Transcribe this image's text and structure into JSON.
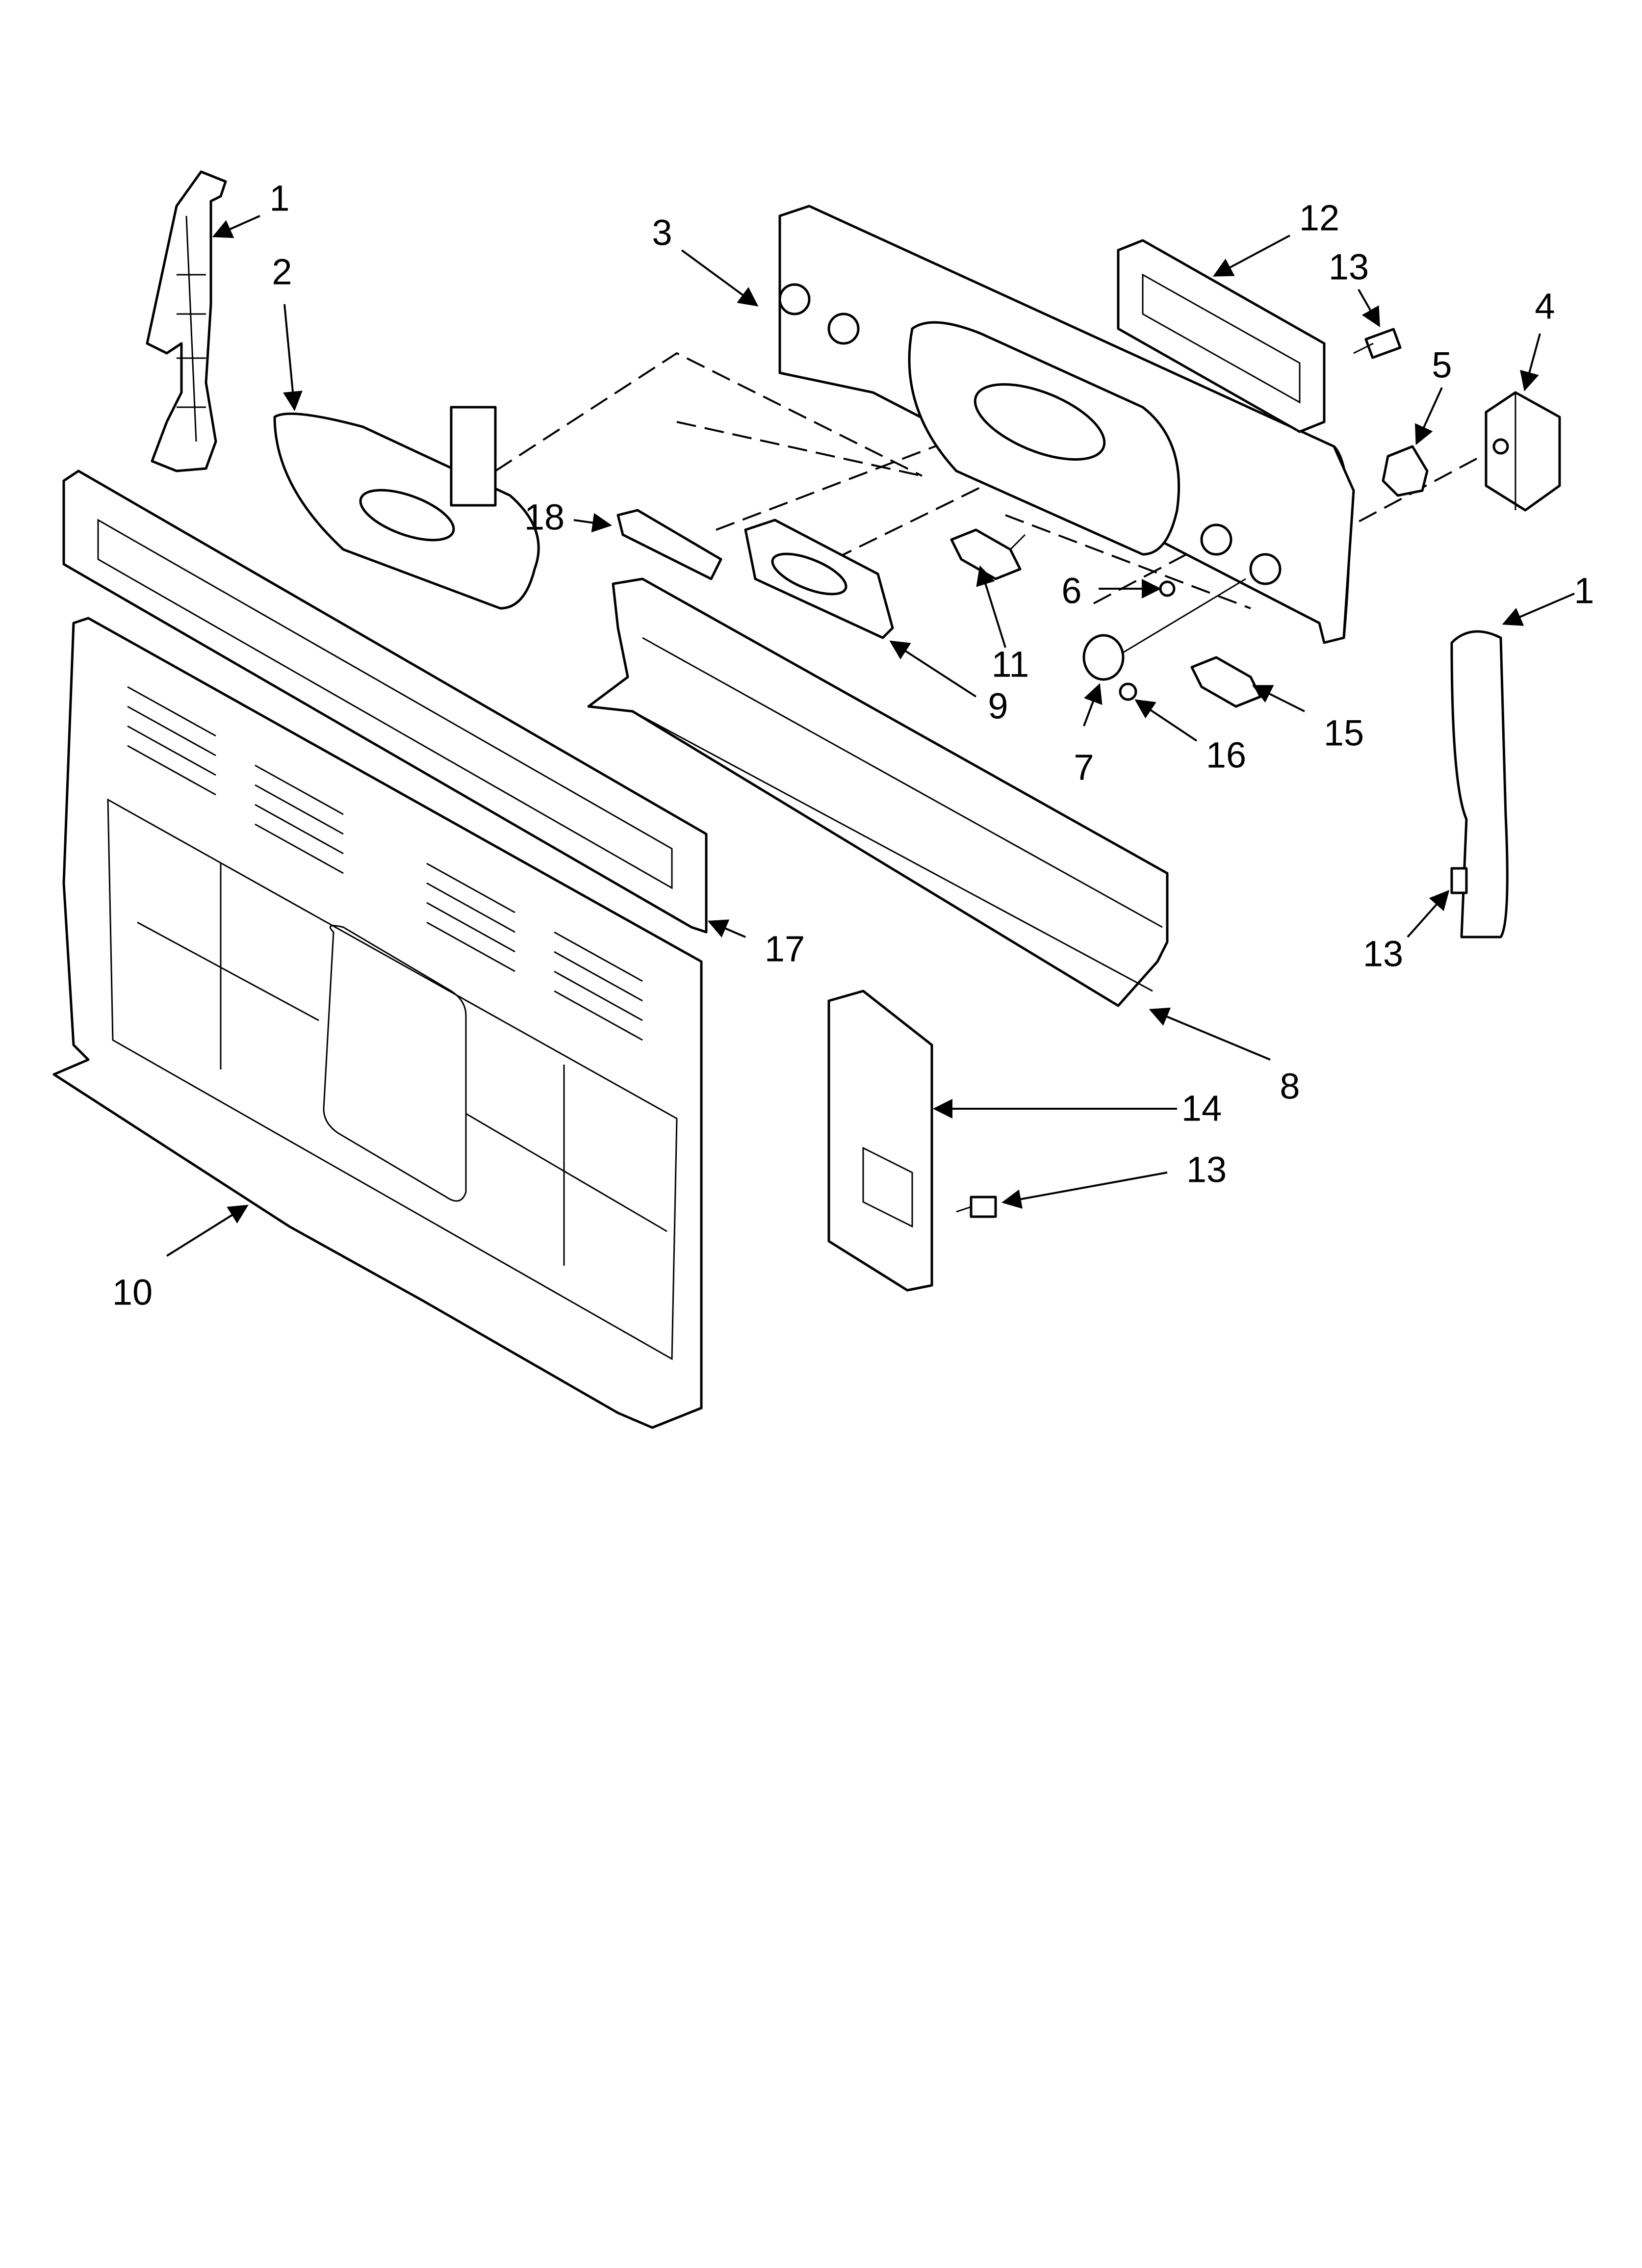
{
  "diagram": {
    "callouts": [
      {
        "id": "c1a",
        "label": "1"
      },
      {
        "id": "c2",
        "label": "2"
      },
      {
        "id": "c3",
        "label": "3"
      },
      {
        "id": "c12",
        "label": "12"
      },
      {
        "id": "c13a",
        "label": "13"
      },
      {
        "id": "c4",
        "label": "4"
      },
      {
        "id": "c5",
        "label": "5"
      },
      {
        "id": "c18",
        "label": "18"
      },
      {
        "id": "c6",
        "label": "6"
      },
      {
        "id": "c11",
        "label": "11"
      },
      {
        "id": "c9",
        "label": "9"
      },
      {
        "id": "c1b",
        "label": "1"
      },
      {
        "id": "c7",
        "label": "7"
      },
      {
        "id": "c16",
        "label": "16"
      },
      {
        "id": "c15",
        "label": "15"
      },
      {
        "id": "c17",
        "label": "17"
      },
      {
        "id": "c13b",
        "label": "13"
      },
      {
        "id": "c8",
        "label": "8"
      },
      {
        "id": "c14",
        "label": "14"
      },
      {
        "id": "c13c",
        "label": "13"
      },
      {
        "id": "c10",
        "label": "10"
      }
    ]
  }
}
